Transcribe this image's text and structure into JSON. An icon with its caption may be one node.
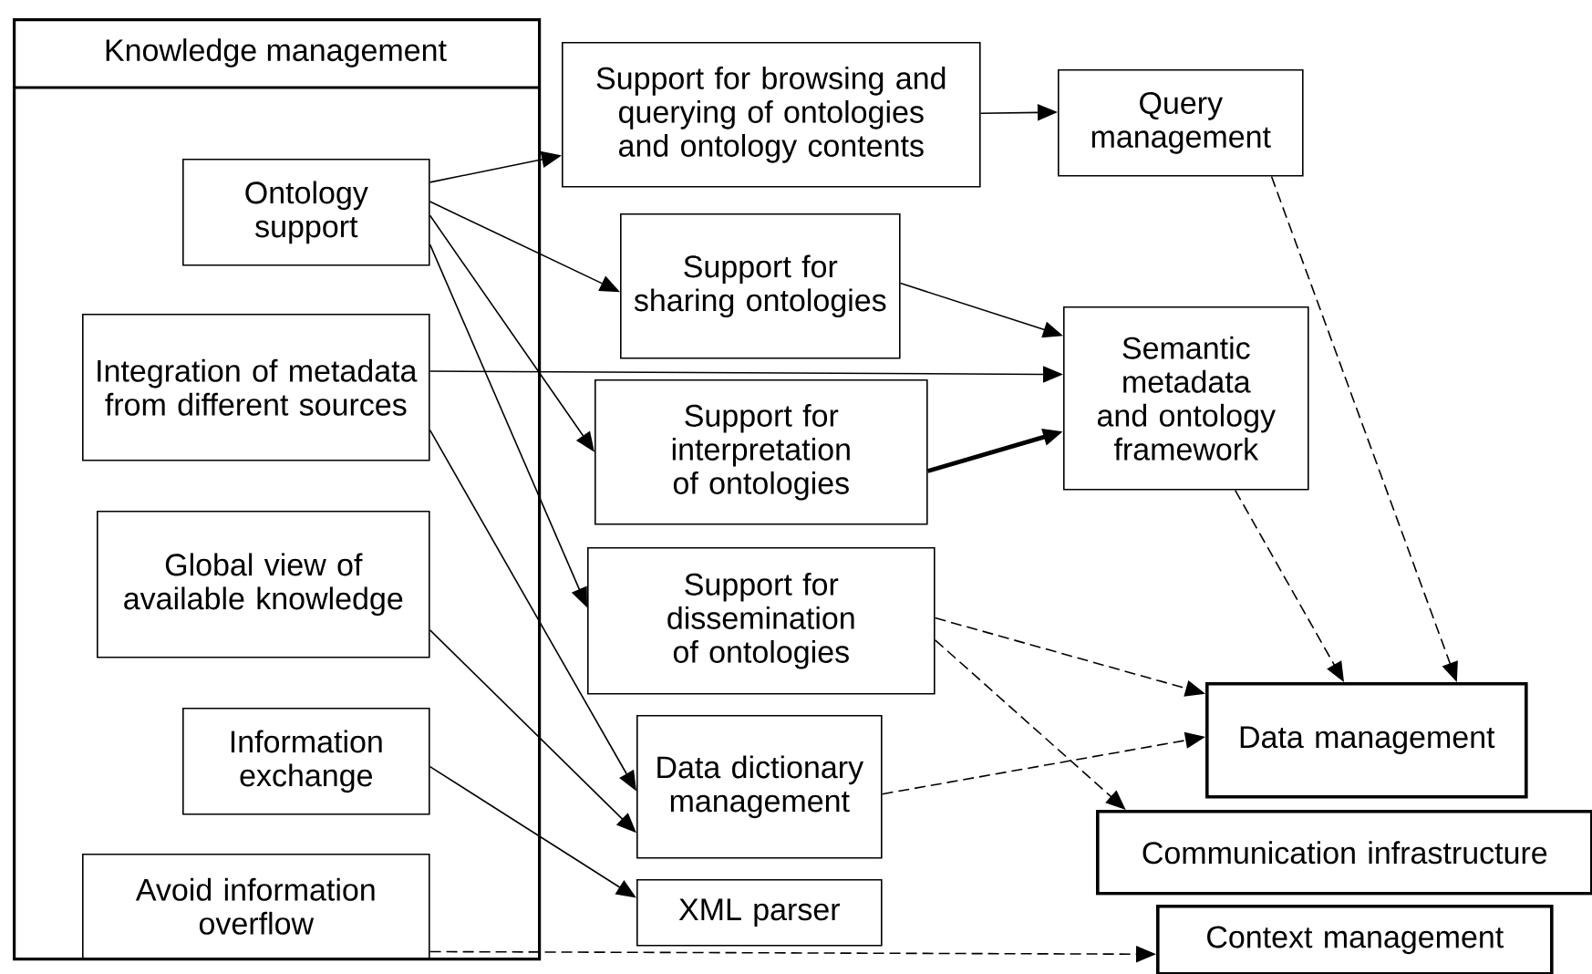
{
  "diagram": {
    "nodes": [
      {
        "text": [
          "Knowledge management"
        ]
      },
      {
        "text": [
          "Ontology support"
        ],
        "in": 0
      },
      {
        "text": [
          "Integration of metadata from different sources"
        ],
        "in": 0
      },
      {
        "text": [
          "Global view of available knowledge"
        ],
        "in": 0
      },
      {
        "text": [
          "Information exchange"
        ],
        "in": 0
      },
      {
        "text": [
          "Avoid information overflow"
        ],
        "in": 0
      },
      {
        "text": [
          "Support for browsing and querying of ontologies and ontology contents"
        ]
      },
      {
        "text": [
          "Query management"
        ]
      },
      {
        "text": [
          "Support for sharing ontologies"
        ]
      },
      {
        "text": [
          "Semantic metadata and ontology framework"
        ]
      },
      {
        "text": [
          "Support for interpretation of ontologies"
        ]
      },
      {
        "text": [
          "Support for dissemination of ontologies"
        ]
      },
      {
        "text": [
          "Data dictionary management"
        ]
      },
      {
        "text": [
          "XML parser"
        ]
      },
      {
        "text": [
          "Data management"
        ]
      },
      {
        "text": [
          "Communication infrastructure"
        ]
      },
      {
        "text": [
          "Context management"
        ]
      }
    ],
    "edges": [
      {
        "from": 1,
        "to": 6,
        "arrow": "to"
      },
      {
        "from": 1,
        "to": 8,
        "arrow": "to"
      },
      {
        "from": 1,
        "to": 10,
        "arrow": "to"
      },
      {
        "from": 1,
        "to": 11,
        "arrow": "to"
      },
      {
        "from": 2,
        "to": 9,
        "arrow": "to"
      },
      {
        "from": 2,
        "to": 12,
        "arrow": "to"
      },
      {
        "from": 3,
        "to": 12,
        "arrow": "to"
      },
      {
        "from": 4,
        "to": 13,
        "arrow": "to"
      },
      {
        "from": 5,
        "to": 16,
        "arrow": "to",
        "style": "dashed"
      },
      {
        "from": 6,
        "to": 7,
        "arrow": "to"
      },
      {
        "from": 8,
        "to": 9,
        "arrow": "to"
      },
      {
        "from": 10,
        "to": 9,
        "arrow": "to",
        "style": "thick"
      },
      {
        "from": 7,
        "to": 14,
        "arrow": "to",
        "style": "dashed"
      },
      {
        "from": 9,
        "to": 14,
        "arrow": "to",
        "style": "dashed"
      },
      {
        "from": 11,
        "to": 14,
        "arrow": "to",
        "style": "dashed"
      },
      {
        "from": 11,
        "to": 15,
        "arrow": "to",
        "style": "dashed"
      },
      {
        "from": 12,
        "to": 14,
        "arrow": "to",
        "style": "dashed"
      }
    ]
  }
}
